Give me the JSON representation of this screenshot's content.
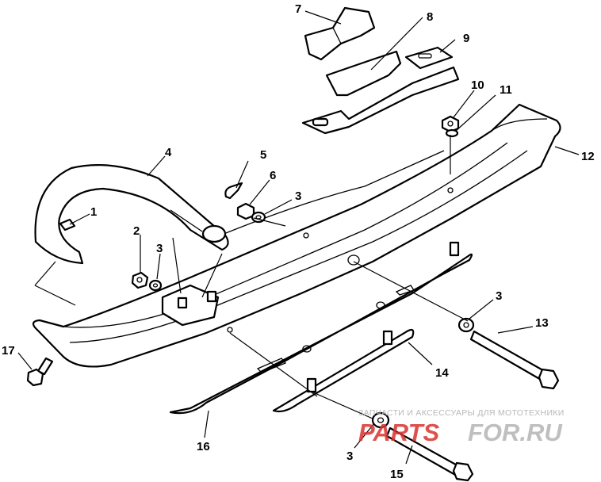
{
  "callouts": {
    "c1": "1",
    "c2": "2",
    "c3a": "3",
    "c3b": "3",
    "c3c": "3",
    "c3d": "3",
    "c4": "4",
    "c5": "5",
    "c6": "6",
    "c7": "7",
    "c8": "8",
    "c9": "9",
    "c10": "10",
    "c11": "11",
    "c12": "12",
    "c13": "13",
    "c14": "14",
    "c15": "15",
    "c16": "16",
    "c17": "17"
  },
  "watermark": {
    "tagline": "ЗАПЧАСТИ И АКСЕССУАРЫ ДЛЯ МОТОТЕХНИКИ",
    "logo_left": "PARTS",
    "logo_right": "FOR.RU",
    "colors": {
      "red": "#d9322f",
      "gray": "#b9b9b9"
    }
  }
}
